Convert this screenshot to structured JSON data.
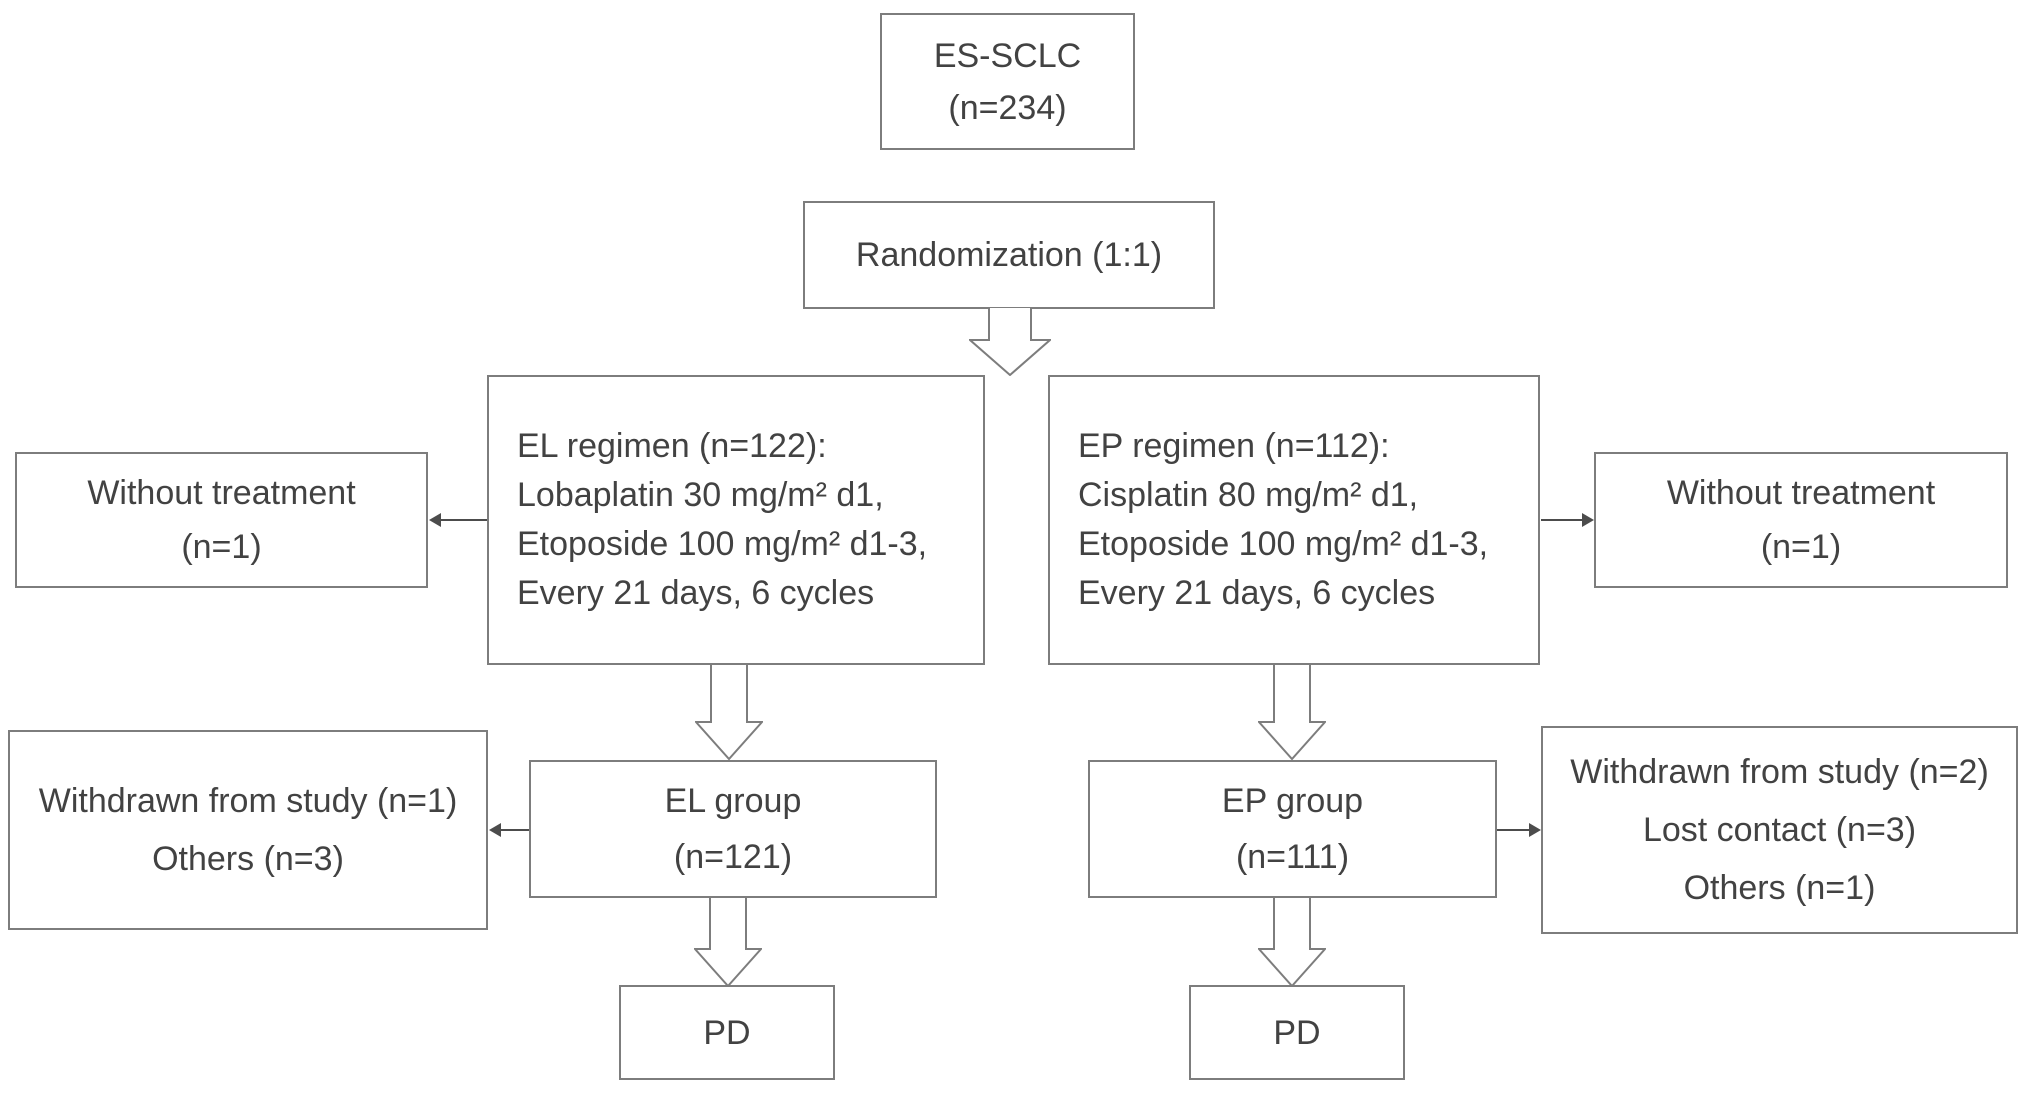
{
  "figure": {
    "type": "consort-flow-diagram",
    "background_color": "#ffffff",
    "box_border_color": "#7d7d7d",
    "text_color": "#424242",
    "arrow_color": "#4c4c4c"
  },
  "nodes": {
    "es_sclc": {
      "lines": [
        "ES-SCLC",
        "(n=234)"
      ]
    },
    "randomization": {
      "lines": [
        "Randomization (1:1)"
      ]
    },
    "el_regimen": {
      "lines": [
        "EL regimen (n=122):",
        "Lobaplatin 30 mg/m² d1,",
        "Etoposide 100 mg/m² d1-3,",
        "Every 21 days, 6 cycles"
      ]
    },
    "ep_regimen": {
      "lines": [
        "EP regimen (n=112):",
        "Cisplatin 80 mg/m² d1,",
        "Etoposide 100 mg/m² d1-3,",
        "Every 21 days, 6 cycles"
      ]
    },
    "el_without_treatment": {
      "lines": [
        "Without treatment",
        "(n=1)"
      ]
    },
    "ep_without_treatment": {
      "lines": [
        "Without treatment",
        "(n=1)"
      ]
    },
    "el_group": {
      "lines": [
        "EL group",
        "(n=121)"
      ]
    },
    "ep_group": {
      "lines": [
        "EP group",
        "(n=111)"
      ]
    },
    "el_withdrawn": {
      "lines": [
        "Withdrawn from study (n=1)",
        "Others (n=3)"
      ]
    },
    "ep_withdrawn": {
      "lines": [
        "Withdrawn from study (n=2)",
        "Lost contact (n=3)",
        "Others (n=1)"
      ]
    },
    "el_pd": {
      "lines": [
        "PD"
      ]
    },
    "ep_pd": {
      "lines": [
        "PD"
      ]
    }
  }
}
